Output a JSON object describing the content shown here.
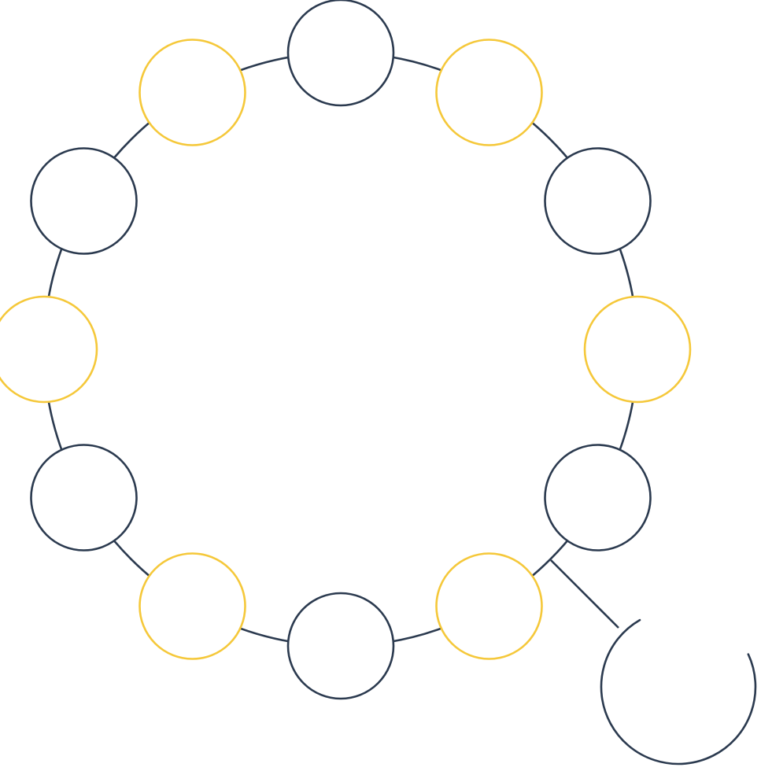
{
  "icon": {
    "name": "rosary-beads-icon",
    "colors": {
      "primary": "#2b3a4f",
      "accent": "#f5c83a",
      "background": "#ffffff"
    },
    "beads": [
      {
        "color": "primary"
      },
      {
        "color": "accent"
      },
      {
        "color": "primary"
      },
      {
        "color": "accent"
      },
      {
        "color": "primary"
      },
      {
        "color": "accent"
      },
      {
        "color": "primary"
      },
      {
        "color": "accent"
      },
      {
        "color": "primary"
      },
      {
        "color": "accent"
      },
      {
        "color": "primary"
      },
      {
        "color": "accent"
      }
    ],
    "pendant": "crescent-pendant"
  }
}
